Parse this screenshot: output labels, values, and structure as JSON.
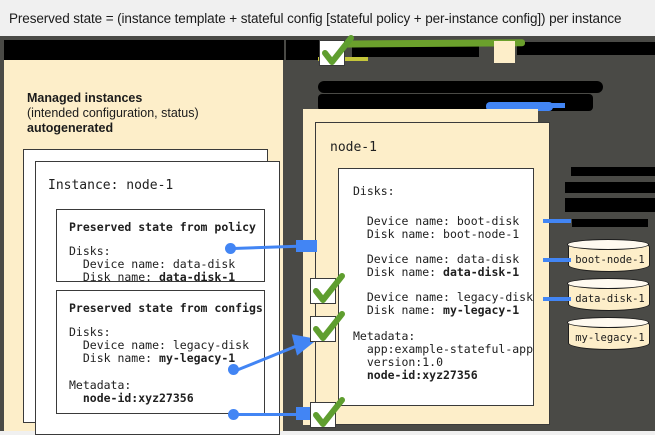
{
  "caption": {
    "text": "Preserved state = (instance template + stateful config [stateful policy + per-instance config]) per instance"
  },
  "colors": {
    "canvas": "#4a4a46",
    "panel_cream": "#fdeec9",
    "box_white": "#ffffff",
    "accent_blue": "#4285f4",
    "check_green": "#5f9e2f",
    "redaction": "#000000",
    "caption_bg": "#f0f0f0"
  },
  "left_panel": {
    "title": "Managed instances",
    "subtitle": "(intended configuration, status)",
    "note": "autogenerated",
    "instance": {
      "heading": "Instance: node-1",
      "policy_box": {
        "title": "Preserved state from policy",
        "lines": [
          "Disks:",
          "  Device name: data-disk",
          "  Disk name: "
        ],
        "bold_value": "data-disk-1"
      },
      "configs_box": {
        "title": "Preserved state from configs",
        "disks_label": "Disks:",
        "device_line": "  Device name: legacy-disk",
        "disk_line": "  Disk name: ",
        "disk_bold": "my-legacy-1",
        "metadata_label": "Metadata:",
        "metadata_bold": "  node-id:xyz27356"
      }
    }
  },
  "right_panel": {
    "heading": "node-1",
    "disks_label": "Disks:",
    "disk_entries": [
      {
        "device": "  Device name: boot-disk",
        "disk_prefix": "  Disk name: ",
        "disk_name": "boot-node-1",
        "bold": false,
        "checked": false
      },
      {
        "device": "  Device name: data-disk",
        "disk_prefix": "  Disk name: ",
        "disk_name": "data-disk-1",
        "bold": true,
        "checked": true
      },
      {
        "device": "  Device name: legacy-disk",
        "disk_prefix": "  Disk name: ",
        "disk_name": "my-legacy-1",
        "bold": true,
        "checked": true
      }
    ],
    "metadata_label": "Metadata:",
    "metadata_lines": [
      {
        "text": "  app:example-stateful-app",
        "bold": false
      },
      {
        "text": "  version:1.0",
        "bold": false
      },
      {
        "text": "  node-id:xyz27356",
        "bold": true
      }
    ]
  },
  "disks": [
    {
      "label": "boot-node-1"
    },
    {
      "label": "data-disk-1"
    },
    {
      "label": "my-legacy-1"
    }
  ],
  "icons": {
    "check": "check-mark-icon",
    "disk": "disk-cylinder-icon",
    "arrow": "arrow-right-icon"
  }
}
